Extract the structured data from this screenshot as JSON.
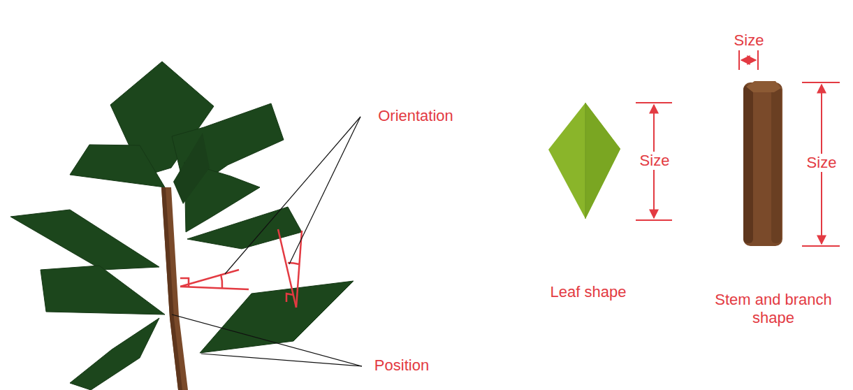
{
  "diagram": {
    "labels": [
      "Orientation",
      "Position",
      "Size",
      "Size",
      "Size",
      "Leaf shape",
      "Stem and branch shape"
    ]
  }
}
